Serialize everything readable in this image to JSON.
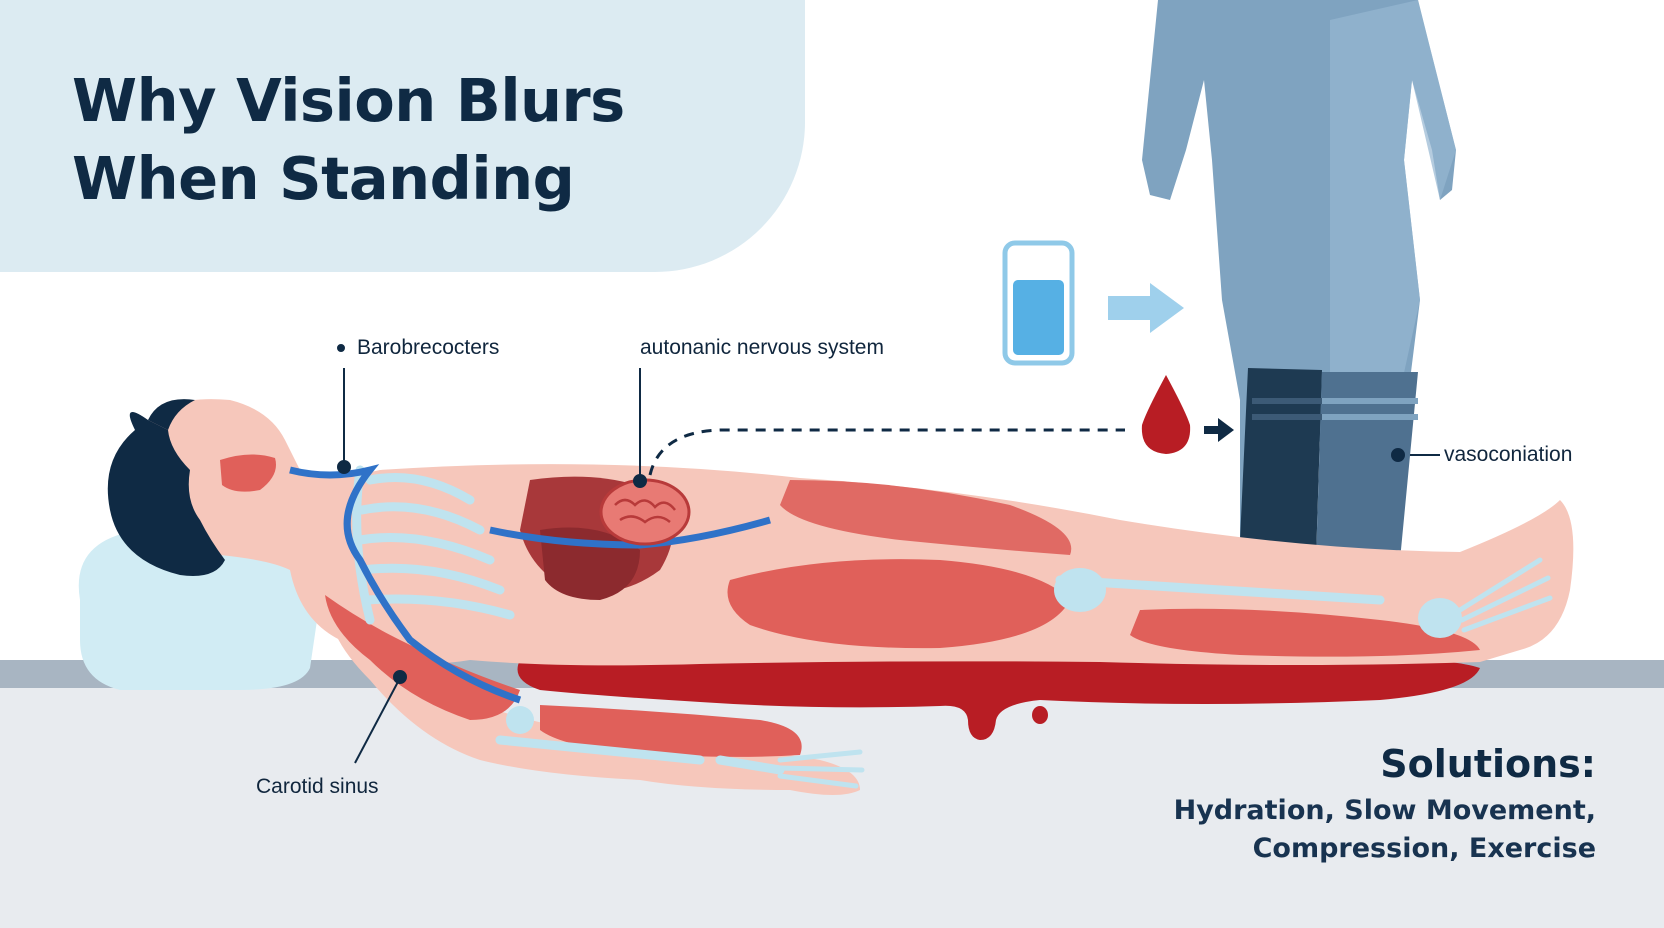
{
  "title": {
    "line1": "Why Vision Blurs",
    "line2": "When Standing"
  },
  "labels": {
    "barobrecocters": "Barobrecocters",
    "autonomic": "autonanic nervous system",
    "vasoconiation": "vasoconiation",
    "carotid_sinus": "Carotid sinus"
  },
  "solutions": {
    "heading": "Solutions:",
    "line1": "Hydration, Slow Movement,",
    "line2": "Compression, Exercise"
  },
  "icons": [
    "water-glass-icon",
    "arrow-right-icon",
    "blood-drop-icon"
  ],
  "colors": {
    "title_panel": "#dcebf2",
    "navy": "#0f2a44",
    "skin": "#f6c7bb",
    "muscle": "#e0605a",
    "blood": "#b81d24",
    "bone": "#bfe3ef",
    "vein": "#2f72c8",
    "standing_figure": "#7fa3c0",
    "sock": "#1e3a52",
    "floor": "#e8ebef"
  }
}
